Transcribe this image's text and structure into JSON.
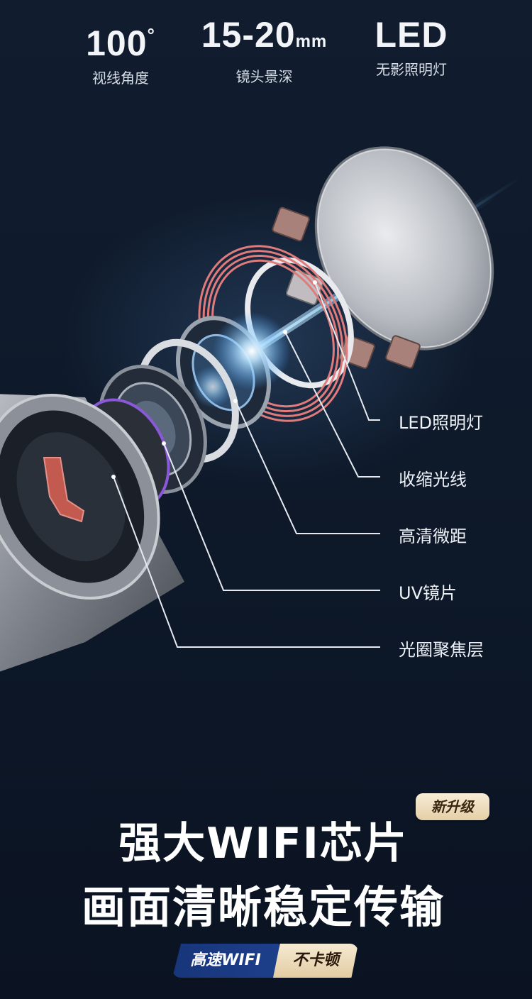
{
  "specs": [
    {
      "value": "100",
      "suffix": "°",
      "caption": "视线角度"
    },
    {
      "value": "15-20",
      "suffix": "mm",
      "caption": "镜头景深"
    },
    {
      "value": "LED",
      "suffix": "",
      "caption": "无影照明灯"
    }
  ],
  "callouts": [
    "LED照明灯",
    "收缩光线",
    "高清微距",
    "UV镜片",
    "光圈聚焦层"
  ],
  "headline": {
    "line1": "强大WIFI芯片",
    "line2": "画面清晰稳定传输",
    "badge": "新升级"
  },
  "tags": {
    "left": "高速WIFI",
    "right": "不卡顿"
  }
}
